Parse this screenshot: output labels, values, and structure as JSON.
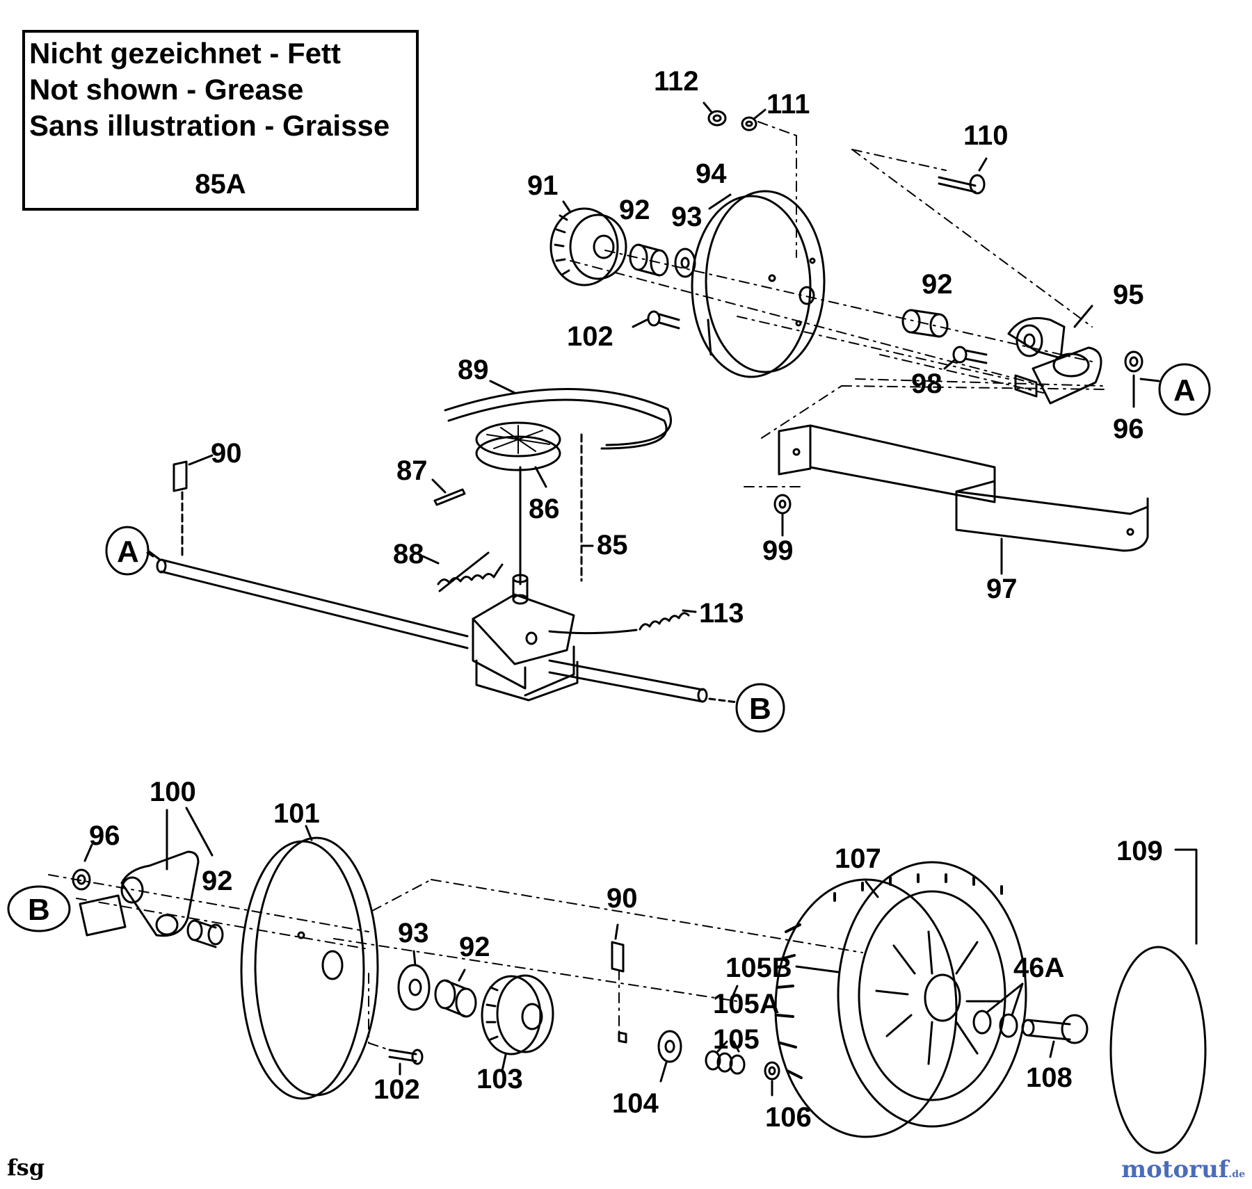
{
  "legend": {
    "line_de": "Nicht gezeichnet - Fett",
    "line_en": "Not shown - Grease",
    "line_fr": "Sans illustration - Graisse",
    "code": "85A"
  },
  "callouts": {
    "a": "A",
    "b": "B"
  },
  "parts": {
    "p85": "85",
    "p86": "86",
    "p87": "87",
    "p88": "88",
    "p89": "89",
    "p90a": "90",
    "p91": "91",
    "p92a": "92",
    "p93a": "93",
    "p94": "94",
    "p92b": "92",
    "p95": "95",
    "p96a": "96",
    "p97": "97",
    "p98": "98",
    "p99": "99",
    "p102a": "102",
    "p110": "110",
    "p111": "111",
    "p112": "112",
    "p113": "113",
    "p96b": "96",
    "p100": "100",
    "p92c": "92",
    "p101": "101",
    "p93b": "93",
    "p92d": "92",
    "p90b": "90",
    "p102b": "102",
    "p103": "103",
    "p104": "104",
    "p105": "105",
    "p105a": "105A",
    "p105b": "105B",
    "p106": "106",
    "p107": "107",
    "p46a": "46A",
    "p108": "108",
    "p109": "109"
  },
  "footer": {
    "code": "fsg",
    "watermark_main": "motoruf",
    "watermark_tld": ".de"
  },
  "colors": {
    "line": "#000000",
    "watermark": "#4b6cb7"
  }
}
